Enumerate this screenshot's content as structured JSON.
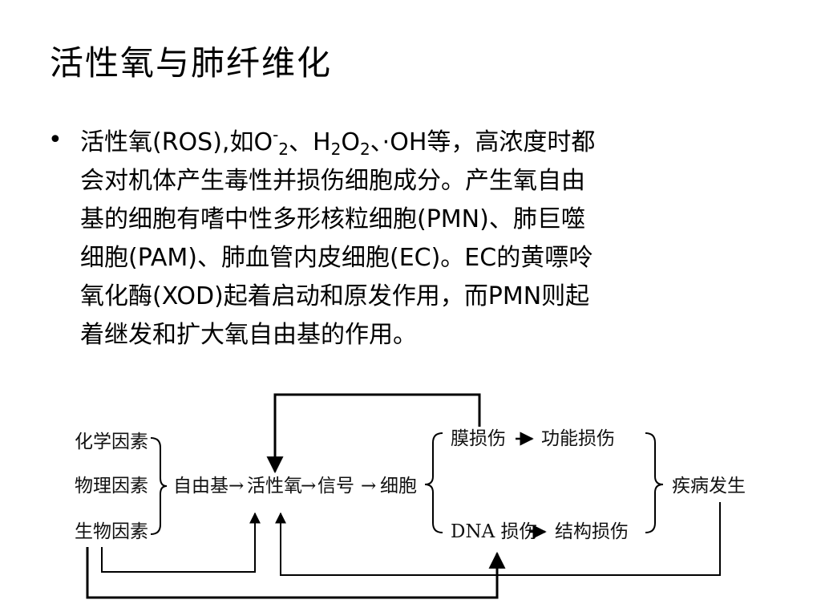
{
  "slide": {
    "title": "活性氧与肺纤维化",
    "bullet_symbol": "•",
    "paragraph": {
      "line1": {
        "a": "活性氧(ROS),如O",
        "b": "-",
        "c": "2",
        "d": "、H",
        "e": "2",
        "f": "O",
        "g": "2",
        "h": "、·OH等，高浓度时都"
      },
      "line2": "会对机体产生毒性并损伤细胞成分。产生氧自由",
      "line3": "基的细胞有嗜中性多形核粒细胞(PMN)、肺巨噬",
      "line4": "细胞(PAM)、肺血管内皮细胞(EC)。EC的黄嘌呤",
      "line5": "氧化酶(XOD)起着启动和原发作用，而PMN则起",
      "line6": "着继发和扩大氧自由基的作用。"
    }
  },
  "diagram": {
    "factor_chemical": "化学因素",
    "factor_physical": "物理因素",
    "factor_biological": "生物因素",
    "free_radical": "自由基",
    "arrow": "→",
    "ros": "活性氧",
    "signal": "信号",
    "cell": "细胞",
    "membrane_damage": "膜损伤",
    "function_damage": "功能损伤",
    "dna_damage": "DNA 损伤",
    "structure_damage": "结构损伤",
    "disease": "疾病发生"
  }
}
